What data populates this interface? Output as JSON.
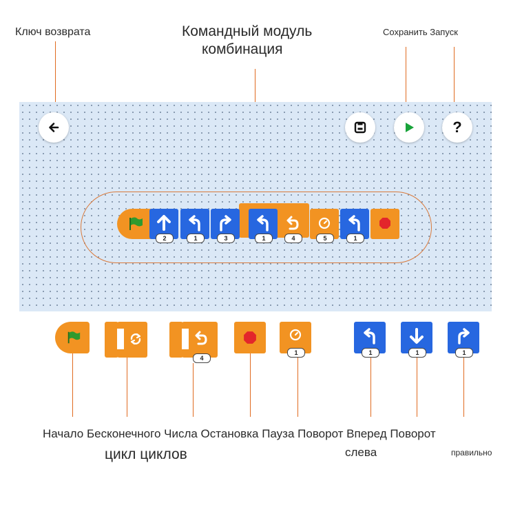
{
  "labels": {
    "back_key": "Ключ возврата",
    "module_line1": "Командный модуль",
    "module_line2": "комбинация",
    "save_run": "Сохранить Запуск"
  },
  "program": {
    "blocks": [
      {
        "type": "start",
        "icon": "flag-icon"
      },
      {
        "type": "move",
        "icon": "arrow-up-icon",
        "value": "2"
      },
      {
        "type": "move",
        "icon": "turn-left-icon",
        "value": "1"
      },
      {
        "type": "move",
        "icon": "turn-right-icon",
        "value": "3"
      },
      {
        "type": "move",
        "icon": "turn-left-icon",
        "value": "1"
      },
      {
        "type": "loop",
        "icon": "counted-loop-icon",
        "value": "4"
      },
      {
        "type": "pause",
        "icon": "clock-icon",
        "value": "5"
      },
      {
        "type": "move",
        "icon": "turn-left-icon",
        "value": "1"
      },
      {
        "type": "stop",
        "icon": "stop-icon"
      }
    ]
  },
  "palette": [
    {
      "name": "start",
      "icon": "flag-icon"
    },
    {
      "name": "infinite-loop",
      "icon": "repeat-icon"
    },
    {
      "name": "counted-loop",
      "icon": "counted-loop-icon",
      "value": "4"
    },
    {
      "name": "stop",
      "icon": "stop-icon"
    },
    {
      "name": "pause",
      "icon": "clock-icon",
      "value": "1"
    },
    {
      "name": "turn-left",
      "icon": "turn-left-icon",
      "value": "1"
    },
    {
      "name": "forward",
      "icon": "arrow-down-icon",
      "value": "1"
    },
    {
      "name": "turn-right",
      "icon": "turn-right-icon",
      "value": "1"
    }
  ],
  "legend": {
    "row1": "Начало Бесконечного Числа Остановка Пауза Поворот Вперед Поворот",
    "row2_loop": "цикл циклов",
    "row2_left": "слева",
    "row2_right": "правильно"
  },
  "colors": {
    "orange": "#f29322",
    "orange_dark": "#d97a12",
    "blue": "#2767e0",
    "blue_dark": "#1d4fb0",
    "green_flag": "#2e9a2e",
    "red_stop": "#e3262b",
    "canvas_bg": "#dbe8f6",
    "annotation_line": "#e06a1f"
  }
}
